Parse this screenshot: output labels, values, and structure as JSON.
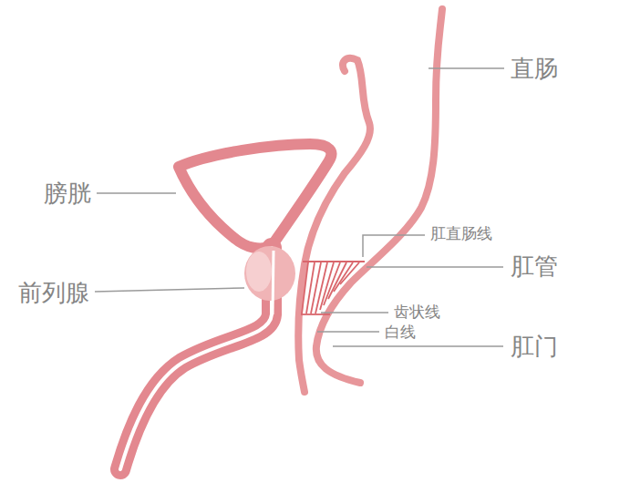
{
  "diagram": {
    "labels": [
      "直肠",
      "膀胱",
      "前列腺",
      "肛直肠线",
      "肛管",
      "齿状线",
      "白线",
      "肛门"
    ]
  }
}
